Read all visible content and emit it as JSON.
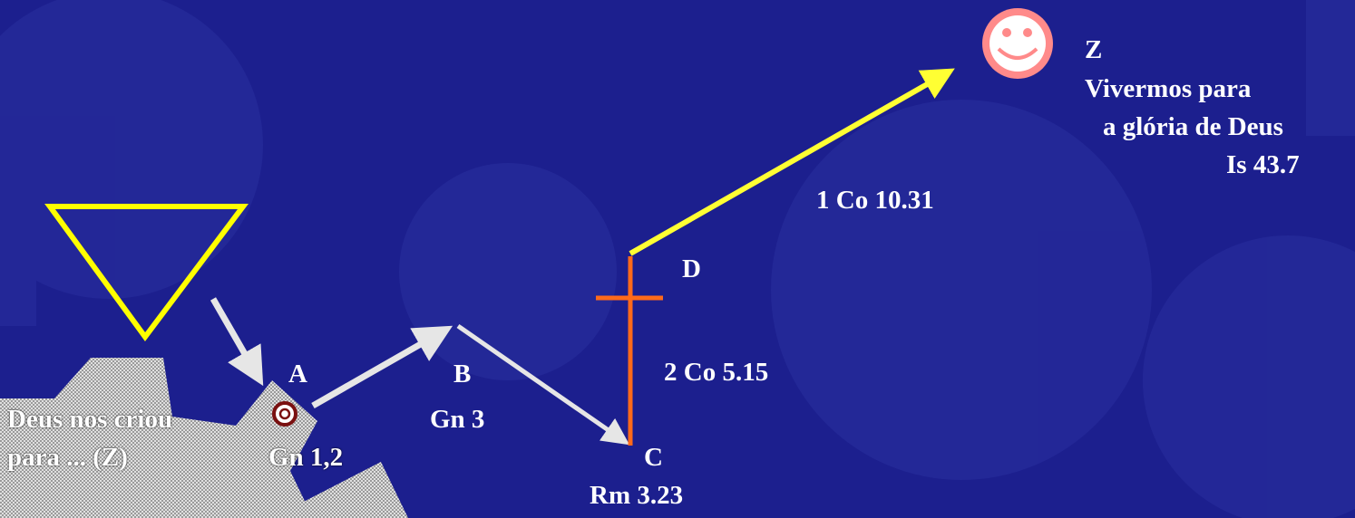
{
  "colors": {
    "background": "#1c1f8e",
    "gear_shade": "#2a2f9f",
    "gear_dark": "#14166f",
    "text": "#ffffff",
    "triangle": "#ffff00",
    "arrow_white": "#e6e6e6",
    "arrow_yellow": "#ffff33",
    "cross": "#ff6a1a",
    "smiley": "#ff8a8a",
    "point_a": "#7a1010",
    "dotted_overlay": "#c8c8c8"
  },
  "icons": {
    "trinity": "triangle-icon",
    "start_point": "target-icon",
    "cross": "cross-icon",
    "goal": "smiley-icon"
  },
  "labels": {
    "creation_line1": "Deus nos criou",
    "creation_line2": "para ... (Z)",
    "point_a": "A",
    "ref_a": "Gn 1,2",
    "point_b": "B",
    "ref_b": "Gn 3",
    "point_c": "C",
    "ref_c": "Rm 3.23",
    "point_d": "D",
    "ref_cross": "2 Co 5.15",
    "ref_path": "1 Co 10.31",
    "point_z": "Z",
    "goal_line1": "Vivermos para",
    "goal_line2": "a glória de Deus",
    "goal_ref": "Is 43.7"
  }
}
